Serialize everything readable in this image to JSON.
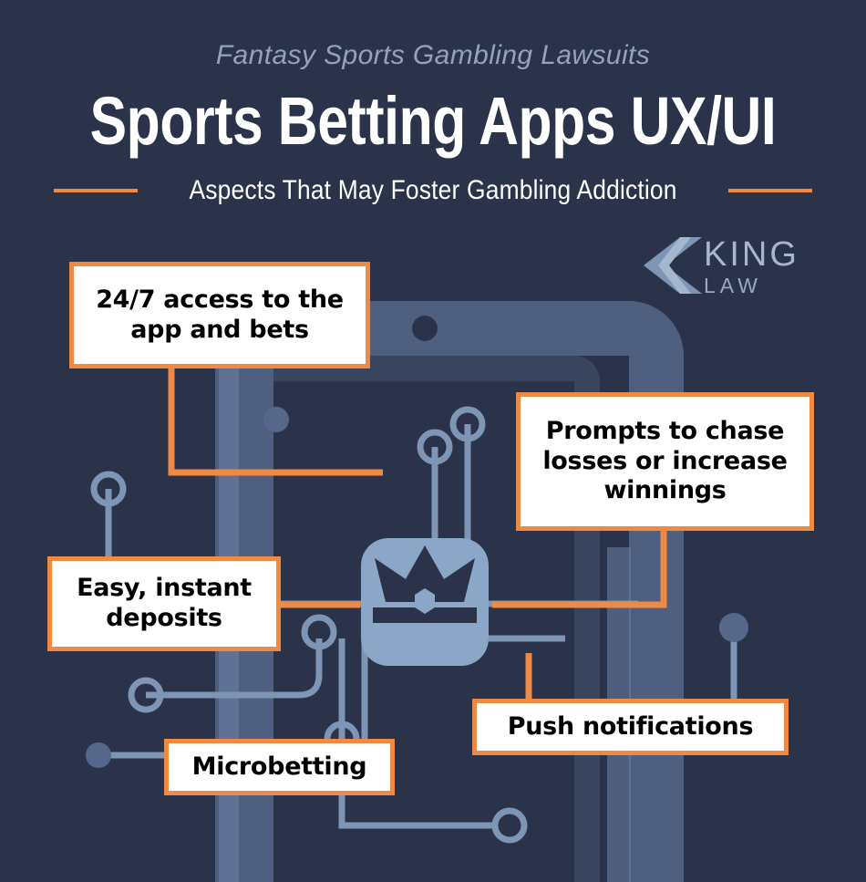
{
  "header": {
    "eyebrow": "Fantasy Sports Gambling Lawsuits",
    "title": "Sports Betting Apps UX/UI",
    "subtitle": "Aspects That May Foster Gambling Addiction"
  },
  "logo": {
    "name_top": "KING",
    "name_bottom": "LAW",
    "mark": "chevron-left-icon"
  },
  "center_icon": {
    "name": "crown-icon"
  },
  "callouts": [
    {
      "id": "access",
      "text": "24/7 access to the app and bets"
    },
    {
      "id": "prompts",
      "text": "Prompts to chase losses or increase winnings"
    },
    {
      "id": "deposits",
      "text": "Easy, instant deposits"
    },
    {
      "id": "push",
      "text": "Push notifications"
    },
    {
      "id": "microbetting",
      "text": "Microbetting"
    }
  ],
  "colors": {
    "background": "#2a3349",
    "accent_orange": "#ef8a44",
    "trace_blue": "#7e95b5",
    "panel_blue": "#8ba6c7",
    "device_blue": "#55678a",
    "logo_blue": "#a5b6cf",
    "box_fill": "#ffffff",
    "box_text": "#000000"
  }
}
